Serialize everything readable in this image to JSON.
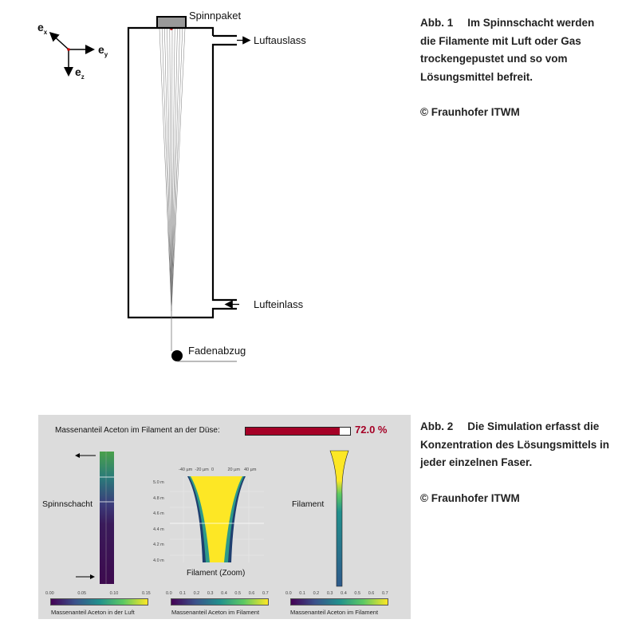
{
  "figure1": {
    "axes": {
      "ex": "e",
      "ex_sub": "x",
      "ey": "e",
      "ey_sub": "y",
      "ez": "e",
      "ez_sub": "z"
    },
    "labels": {
      "spinnpaket": "Spinnpaket",
      "luftauslass": "Luftauslass",
      "lufteinlass": "Lufteinlass",
      "fadenabzug": "Fadenabzug"
    },
    "caption": {
      "number": "Abb. 1",
      "text": "Im Spinnschacht werden die Filamente mit Luft oder Gas trockengepustet und so vom Lösungsmittel befreit.",
      "copyright": "© Fraunhofer ITWM"
    }
  },
  "figure2": {
    "progress": {
      "label": "Massenanteil Aceton im Filament an der Düse:",
      "value_text": "72.0 %",
      "fraction": 0.9,
      "color": "#a50026"
    },
    "left": {
      "title": "Spinnschacht",
      "colorbar_ticks": [
        "0.00",
        "0.05",
        "0.10",
        "0.15"
      ],
      "colorbar_label": "Massenanteil Aceton in der Luft"
    },
    "center": {
      "title": "Filament (Zoom)",
      "x_ticks": [
        "-40 µm",
        "-20 µm",
        "0",
        "20 µm",
        "40 µm"
      ],
      "y_ticks": [
        "5.0 m",
        "4.8 m",
        "4.6 m",
        "4.4 m",
        "4.2 m",
        "4.0 m"
      ],
      "colorbar_ticks": [
        "0.0",
        "0.1",
        "0.2",
        "0.3",
        "0.4",
        "0.5",
        "0.6",
        "0.7"
      ],
      "colorbar_label": "Massenanteil Aceton im Filament"
    },
    "right": {
      "title": "Filament",
      "colorbar_ticks": [
        "0.0",
        "0.1",
        "0.2",
        "0.3",
        "0.4",
        "0.5",
        "0.6",
        "0.7"
      ],
      "colorbar_label": "Massenanteil Aceton im Filament"
    },
    "caption": {
      "number": "Abb. 2",
      "text": "Die Simulation erfasst die Konzentration des Lösungsmittels in jeder einzelnen Faser.",
      "copyright": "© Fraunhofer ITWM"
    }
  }
}
